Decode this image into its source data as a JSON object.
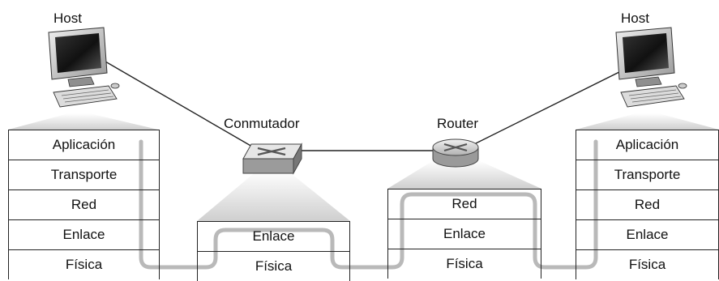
{
  "host_left": {
    "title": "Host",
    "layers": [
      "Aplicación",
      "Transporte",
      "Red",
      "Enlace",
      "Física"
    ]
  },
  "switch": {
    "title": "Conmutador",
    "layers": [
      "Enlace",
      "Física"
    ]
  },
  "router": {
    "title": "Router",
    "layers": [
      "Red",
      "Enlace",
      "Física"
    ]
  },
  "host_right": {
    "title": "Host",
    "layers": [
      "Aplicación",
      "Transporte",
      "Red",
      "Enlace",
      "Física"
    ]
  },
  "colors": {
    "line": "#222222",
    "path": "#b9b9b9",
    "platform": "#d9d9d9"
  },
  "icons": [
    "computer-icon",
    "switch-icon",
    "router-icon"
  ]
}
